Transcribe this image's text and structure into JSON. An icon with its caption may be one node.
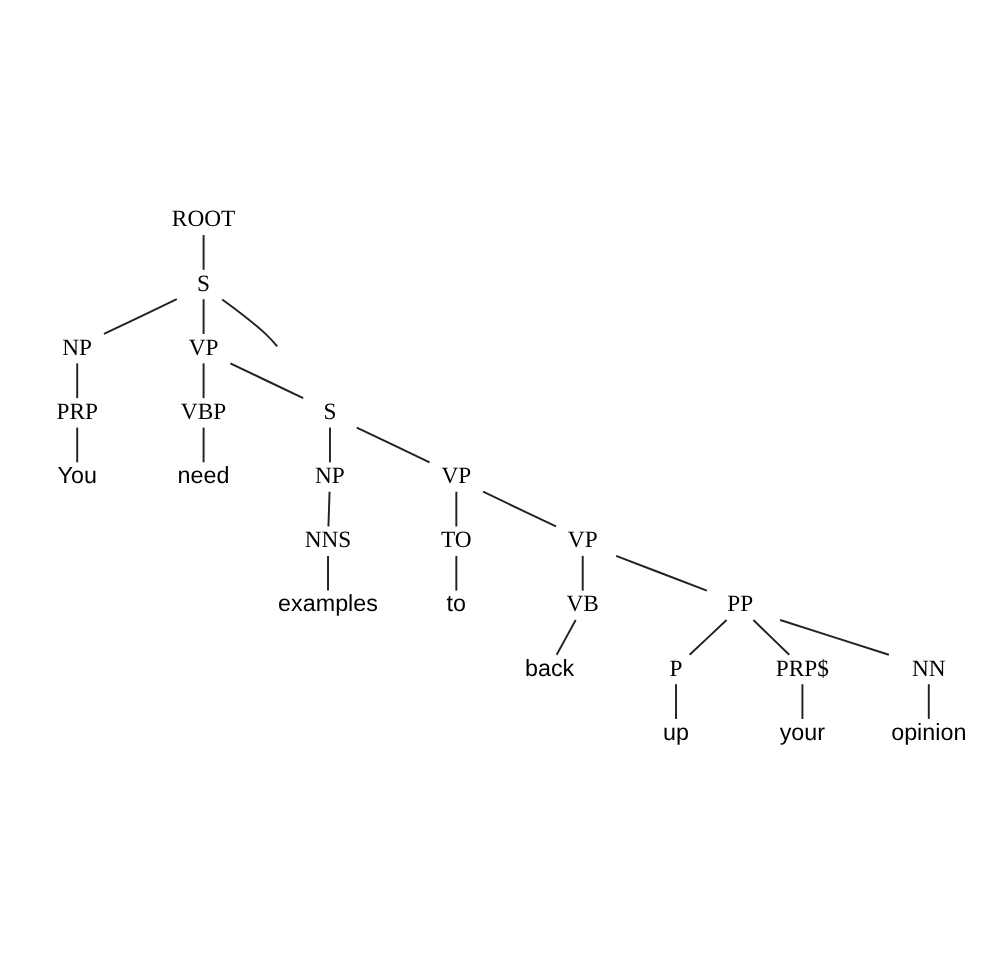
{
  "diagram": {
    "nodes": [
      {
        "text": [
          "ROOT"
        ]
      },
      {
        "text": [
          "S"
        ]
      },
      {
        "text": [
          "NP"
        ]
      },
      {
        "text": [
          "VP"
        ]
      },
      {
        "text": [
          "PRP"
        ]
      },
      {
        "text": [
          "You"
        ]
      },
      {
        "text": [
          "VBP"
        ]
      },
      {
        "text": [
          "need"
        ]
      },
      {
        "text": [
          "S"
        ]
      },
      {
        "text": [
          "NP"
        ]
      },
      {
        "text": [
          "NNS"
        ]
      },
      {
        "text": [
          "examples"
        ]
      },
      {
        "text": [
          "VP"
        ]
      },
      {
        "text": [
          "TO"
        ]
      },
      {
        "text": [
          "to"
        ]
      },
      {
        "text": [
          "VP"
        ]
      },
      {
        "text": [
          "VB"
        ]
      },
      {
        "text": [
          "back"
        ]
      },
      {
        "text": [
          "PP"
        ]
      },
      {
        "text": [
          "P"
        ]
      },
      {
        "text": [
          "up"
        ]
      },
      {
        "text": [
          "PRP$"
        ]
      },
      {
        "text": [
          "your"
        ]
      },
      {
        "text": [
          "NN"
        ]
      },
      {
        "text": [
          "opinion"
        ]
      }
    ],
    "edges": [
      {
        "from": 0,
        "to": 1,
        "arrow": "none"
      },
      {
        "from": 1,
        "to": 2,
        "arrow": "none"
      },
      {
        "from": 1,
        "to": 3,
        "arrow": "none"
      },
      {
        "from": 1,
        "to": null,
        "arrow": "none"
      },
      {
        "from": 2,
        "to": 4,
        "arrow": "none"
      },
      {
        "from": 4,
        "to": 5,
        "arrow": "none"
      },
      {
        "from": 3,
        "to": 6,
        "arrow": "none"
      },
      {
        "from": 3,
        "to": 8,
        "arrow": "none"
      },
      {
        "from": 6,
        "to": 7,
        "arrow": "none"
      },
      {
        "from": 8,
        "to": 9,
        "arrow": "none"
      },
      {
        "from": 8,
        "to": 12,
        "arrow": "none"
      },
      {
        "from": 9,
        "to": 10,
        "arrow": "none"
      },
      {
        "from": 10,
        "to": 11,
        "arrow": "none"
      },
      {
        "from": 12,
        "to": 13,
        "arrow": "none"
      },
      {
        "from": 12,
        "to": 15,
        "arrow": "none"
      },
      {
        "from": 13,
        "to": 14,
        "arrow": "none"
      },
      {
        "from": 15,
        "to": 16,
        "arrow": "none"
      },
      {
        "from": 15,
        "to": 18,
        "arrow": "none"
      },
      {
        "from": 16,
        "to": 17,
        "arrow": "none"
      },
      {
        "from": 18,
        "to": 19,
        "arrow": "none"
      },
      {
        "from": 18,
        "to": 21,
        "arrow": "none"
      },
      {
        "from": 18,
        "to": 23,
        "arrow": "none"
      },
      {
        "from": 19,
        "to": 20,
        "arrow": "none"
      },
      {
        "from": 21,
        "to": 22,
        "arrow": "none"
      },
      {
        "from": 23,
        "to": 24,
        "arrow": "none"
      }
    ]
  }
}
